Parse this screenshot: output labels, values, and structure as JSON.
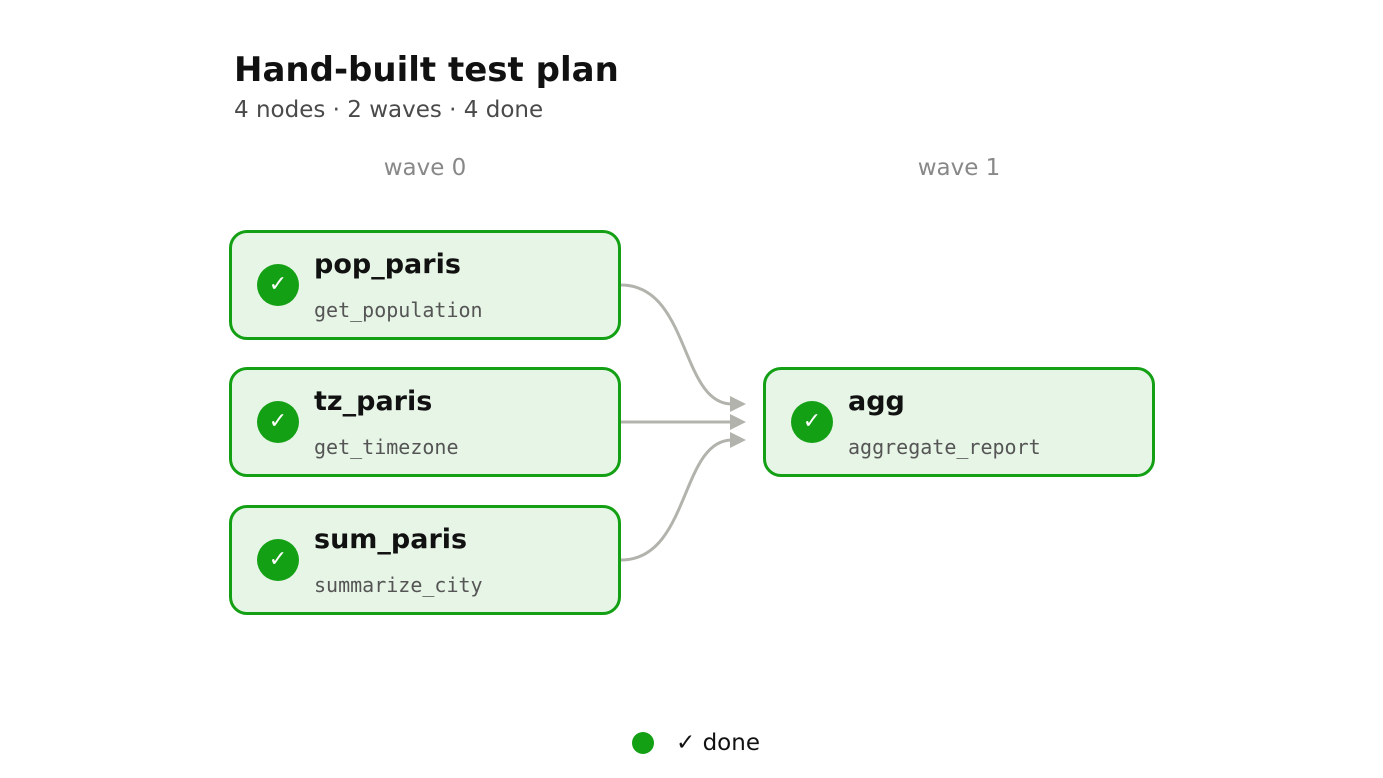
{
  "header": {
    "title": "Hand-built test plan",
    "subtitle": "4 nodes · 2 waves · 4 done"
  },
  "waves": [
    {
      "label": "wave 0"
    },
    {
      "label": "wave 1"
    }
  ],
  "nodes": [
    {
      "id": "pop_paris",
      "name": "pop_paris",
      "function": "get_population",
      "status": "done",
      "wave": 0
    },
    {
      "id": "tz_paris",
      "name": "tz_paris",
      "function": "get_timezone",
      "status": "done",
      "wave": 0
    },
    {
      "id": "sum_paris",
      "name": "sum_paris",
      "function": "summarize_city",
      "status": "done",
      "wave": 0
    },
    {
      "id": "agg",
      "name": "agg",
      "function": "aggregate_report",
      "status": "done",
      "wave": 1
    }
  ],
  "edges": [
    {
      "from": "pop_paris",
      "to": "agg"
    },
    {
      "from": "tz_paris",
      "to": "agg"
    },
    {
      "from": "sum_paris",
      "to": "agg"
    }
  ],
  "status_icon": {
    "done": "✓"
  },
  "legend": {
    "label": "✓ done",
    "icon": "status-dot-icon"
  },
  "colors": {
    "done_border": "#14a014",
    "done_fill": "#e6f5e6",
    "edge": "#b3b3ad",
    "wave_label": "#888888"
  }
}
